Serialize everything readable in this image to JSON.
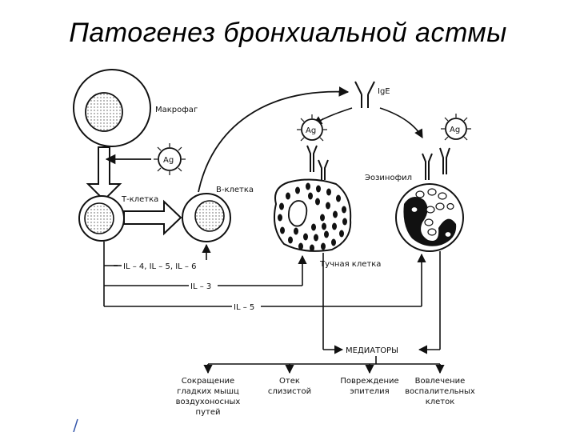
{
  "title": "Патогенез бронхиальной астмы",
  "labels": {
    "macrophage": "Макрофаг",
    "t_cell": "Т-клетка",
    "b_cell": "В-клетка",
    "ige": "IgE",
    "eosinophil": "Эозинофил",
    "mast_cell": "Тучная клетка",
    "mediators": "МЕДИАТОРЫ",
    "ag": "Ag"
  },
  "cytokines": {
    "il_b": "IL – 4, IL – 5, IL – 6",
    "il_mast": "IL – 3",
    "il_eos": "IL – 5"
  },
  "outcomes": [
    {
      "lines": [
        "Сокращение",
        "гладких мышц",
        "воздухоносных",
        "путей"
      ]
    },
    {
      "lines": [
        "Отек",
        "слизистой"
      ]
    },
    {
      "lines": [
        "Повреждение",
        "эпителия"
      ]
    },
    {
      "lines": [
        "Вовлечение",
        "воспалительных",
        "клеток"
      ]
    }
  ]
}
